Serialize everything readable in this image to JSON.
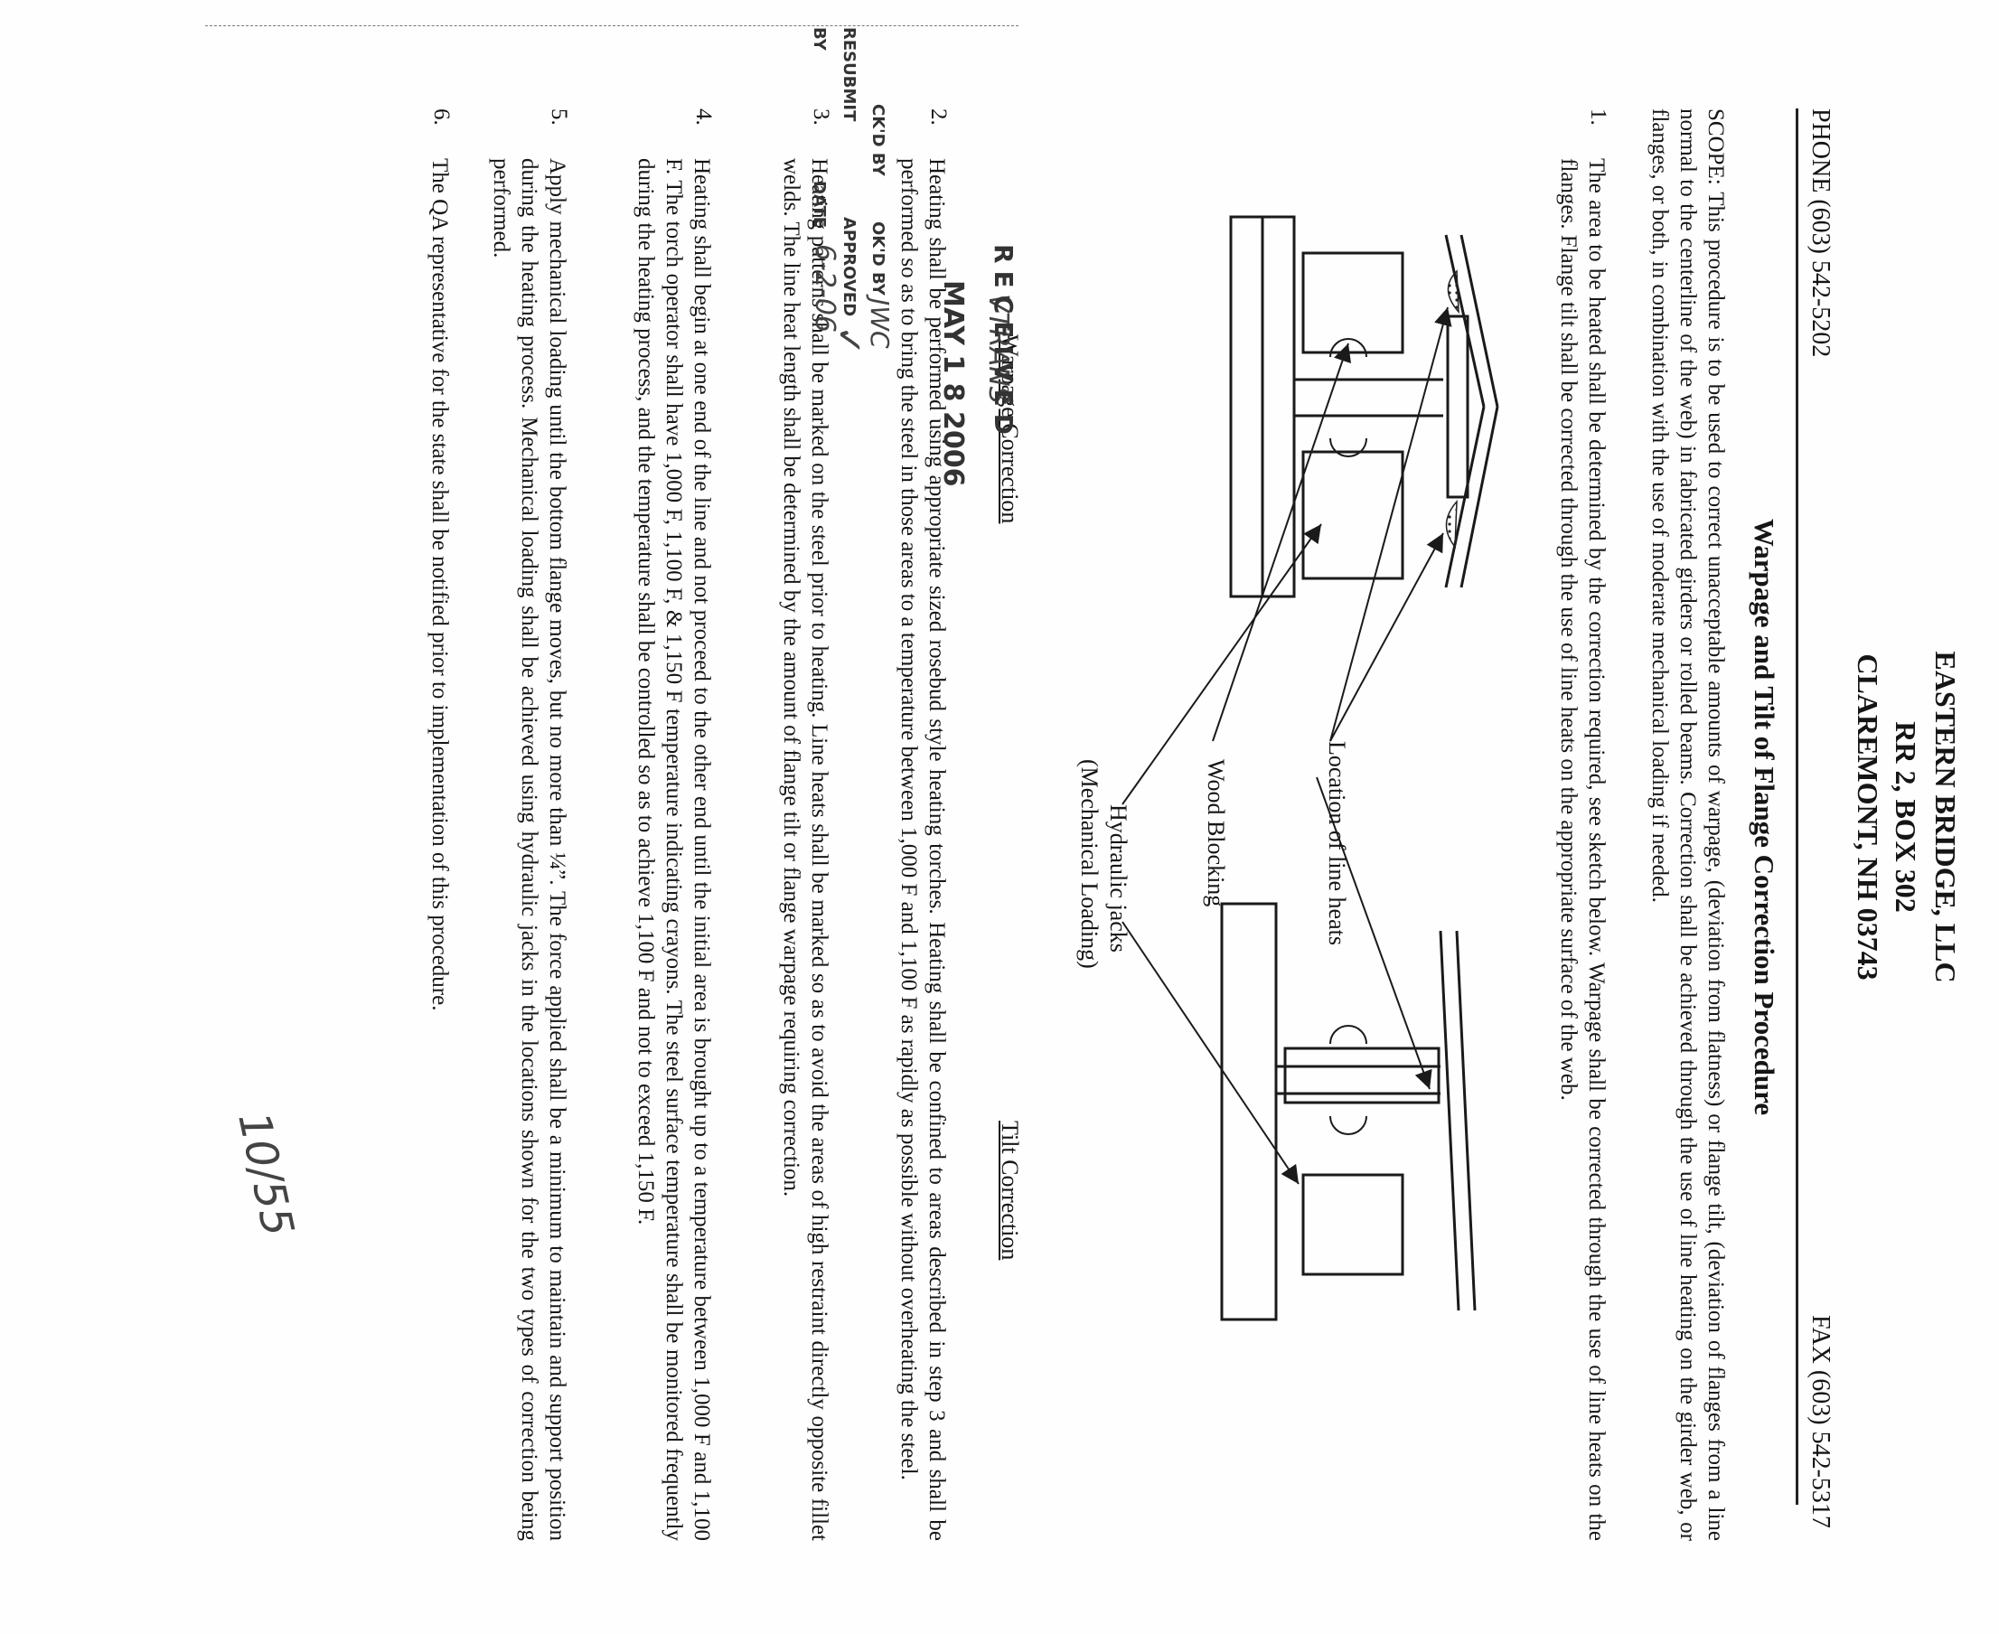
{
  "header": {
    "company": "EASTERN BRIDGE, LLC",
    "address1": "RR 2, BOX 302",
    "address2": "CLAREMONT, NH 03743",
    "phone": "PHONE (603) 542-5202",
    "fax": "FAX (603) 542-5317"
  },
  "title": "Warpage and Tilt of Flange Correction Procedure",
  "scope": "SCOPE: This procedure is to be used to correct unacceptable amounts of warpage, (deviation from flatness) or flange tilt, (deviation of flanges from a line normal to the centerline of the web) in fabricated girders or rolled beams. Correction shall be achieved through the use of line heating on the girder web, or flanges, or both, in combination with the use of moderate mechanical loading if needed.",
  "items": [
    {
      "num": "1.",
      "text": "The area to be heated shall be determined by the correction required, see sketch below. Warpage shall be corrected through the use of line heats on the flanges. Flange tilt shall be corrected through the use of line heats on the appropriate surface of the web."
    },
    {
      "num": "2.",
      "text": "Heating shall be performed using appropriate sized rosebud style heating torches. Heating shall be confined to areas described in step 3 and shall be performed so as to bring the steel in those areas to a temperature between 1,000 F and 1,100 F as rapidly as possible without overheating the steel."
    },
    {
      "num": "3.",
      "text": "Heating patterns shall be marked on the steel prior to heating. Line heats shall be marked so as to avoid the areas of high restraint directly opposite fillet welds. The line heat length shall be determined by the amount of flange tilt or flange warpage requiring correction."
    },
    {
      "num": "4.",
      "text": "Heating shall begin at one end of the line and not proceed to the other end until the initial area is brought up to a temperature between 1,000 F and 1,100 F. The torch operator shall have 1,000 F, 1,100 F, & 1,150 F temperature indicating crayons. The steel surface temperature shall be monitored frequently during the heating process, and the temperature shall be controlled so as to achieve 1,100 F and not to exceed 1,150 F."
    },
    {
      "num": "5.",
      "text": "Apply mechanical loading until the bottom flange moves, but no more than ¼”. The force applied shall be a minimum to maintain and support position during the heating process. Mechanical loading shall be achieved using hydraulic jacks in the locations shown for the two types of correction being performed."
    },
    {
      "num": "6.",
      "text": "The QA representative for the state shall be notified prior to implementation of this procedure."
    }
  ],
  "sketch": {
    "label_line_heats": "Location of line heats",
    "label_wood": "Wood Blocking",
    "label_jacks_1": "Hydraulic jacks",
    "label_jacks_2": "(Mechanical Loading)",
    "caption_warpage": "Warpage Correction",
    "caption_tilt": "Tilt Correction"
  },
  "stamp": {
    "vtrans": "VTRANS",
    "received": "RECEIVED",
    "date": "MAY 1 8 2006",
    "ckd_by": "CK'D BY",
    "okd_by": "OK'D BY",
    "initials": "JWC",
    "resubmit": "RESUBMIT",
    "approved": "APPROVED",
    "check": "✓",
    "by": "BY",
    "date_label": "DATE",
    "date_value": "6-2-06"
  },
  "page_mark": "10/55"
}
